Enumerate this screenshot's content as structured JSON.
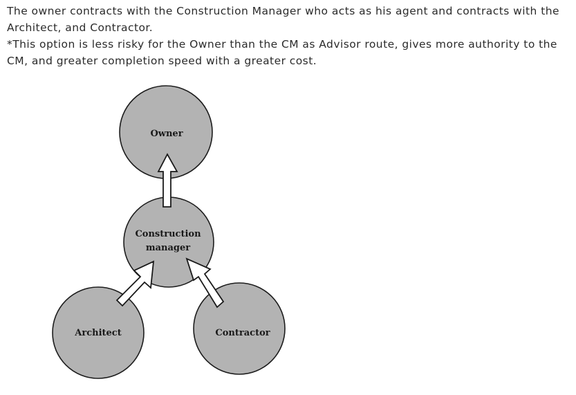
{
  "text": {
    "paragraph_1": "The owner contracts with the Construction Manager who acts as his agent and contracts with the Architect, and Contractor.",
    "paragraph_2": "*This option is less risky for the Owner than the CM as Advisor route, gives more authority to the CM, and greater completion speed with a greater cost."
  },
  "diagram": {
    "colors": {
      "node_fill": "#b3b3b3",
      "node_stroke": "#1c1c1c",
      "arrow_fill": "#ffffff"
    },
    "nodes": {
      "owner": {
        "label": "Owner"
      },
      "construction_manager": {
        "label_line_1": "Construction",
        "label_line_2": "manager"
      },
      "architect": {
        "label": "Architect"
      },
      "contractor": {
        "label": "Contractor"
      }
    },
    "arrows": [
      {
        "from": "construction_manager",
        "to": "owner"
      },
      {
        "from": "architect",
        "to": "construction_manager"
      },
      {
        "from": "contractor",
        "to": "construction_manager"
      }
    ]
  }
}
